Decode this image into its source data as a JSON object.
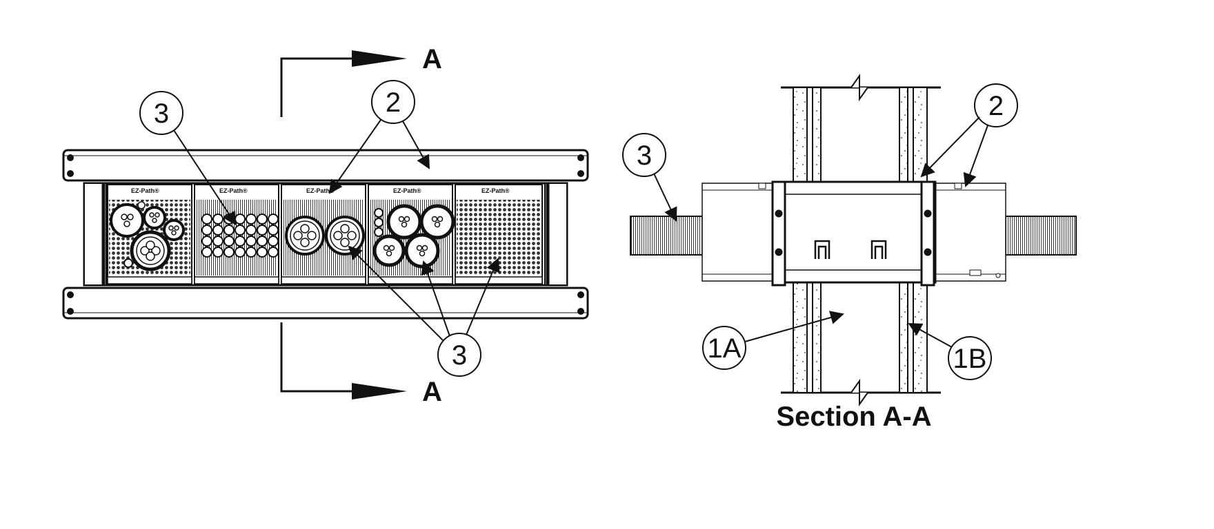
{
  "section_marks": {
    "top": "A",
    "bottom": "A"
  },
  "module_brand": [
    "EZ-Path®",
    "EZ-Path®",
    "EZ-Path®",
    "EZ-Path®",
    "EZ-Path®"
  ],
  "front_view": {
    "callouts": {
      "left_cable": "3",
      "pathway": "2",
      "bottom_cables": "3"
    }
  },
  "section_view": {
    "title": "Section A-A",
    "callouts": {
      "cable": "3",
      "pathway": "2",
      "wall_cavity": "1A",
      "wall_board": "1B"
    }
  },
  "colors": {
    "line": "#111111",
    "background": "#ffffff",
    "hatch": "#3a3a3a"
  }
}
